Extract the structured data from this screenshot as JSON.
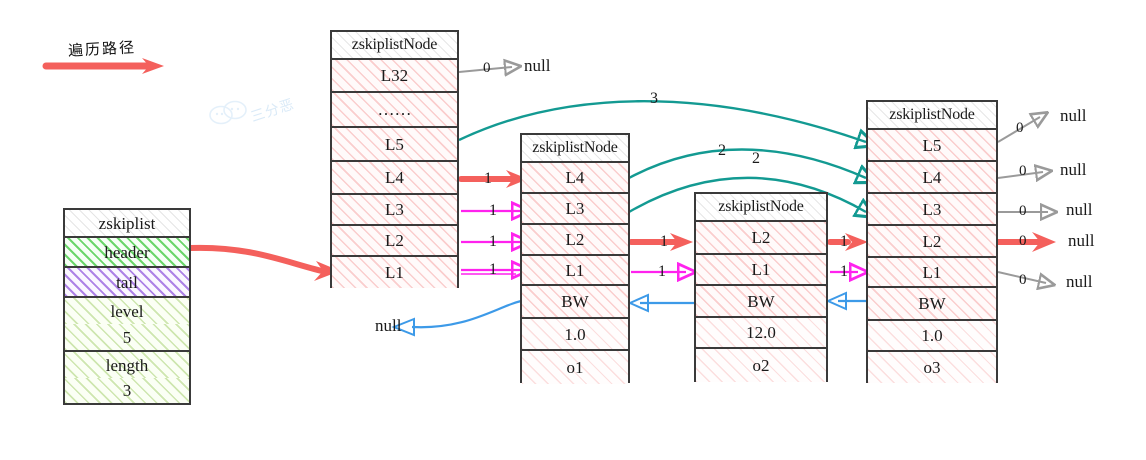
{
  "annotations": {
    "traversal_label": "遍历路径",
    "watermark_text": "三分恶",
    "watermark_icon": "chat-bubbles-icon"
  },
  "zskiplist": {
    "title": "zskiplist",
    "rows": [
      {
        "label": "header",
        "style": "green"
      },
      {
        "label": "tail",
        "style": "purple"
      },
      {
        "label": "level",
        "style": "lgreen"
      },
      {
        "label": "5",
        "style": "lgreen"
      },
      {
        "label": "length",
        "style": "lgreen"
      },
      {
        "label": "3",
        "style": "lgreen"
      }
    ]
  },
  "nodes": {
    "header": {
      "title": "zskiplistNode",
      "levels": [
        "L32",
        "……",
        "L5",
        "L4",
        "L3",
        "L2",
        "L1"
      ]
    },
    "o1": {
      "title": "zskiplistNode",
      "levels": [
        "L4",
        "L3",
        "L2",
        "L1"
      ],
      "backward": "BW",
      "score": "1.0",
      "obj": "o1"
    },
    "o2": {
      "title": "zskiplistNode",
      "levels": [
        "L2",
        "L1"
      ],
      "backward": "BW",
      "score": "12.0",
      "obj": "o2"
    },
    "o3": {
      "title": "zskiplistNode",
      "levels": [
        "L5",
        "L4",
        "L3",
        "L2",
        "L1"
      ],
      "backward": "BW",
      "score": "1.0",
      "obj": "o3"
    }
  },
  "null_labels": {
    "header_l32": "null",
    "o1_backward": "null",
    "o3_l5": "null",
    "o3_l4": "null",
    "o3_l3": "null",
    "o3_l2": "null",
    "o3_l1": "null"
  },
  "spans": {
    "header_l32_to_null": "0",
    "header_l5_to_o3": "3",
    "header_l4_to_o1": "1",
    "header_l3_to_o1": "1",
    "header_l2_to_o1": "1",
    "header_l1_to_o1": "1",
    "o1_l4_to_o3": "2",
    "o1_l3_to_o3": "2",
    "o1_l2_to_o2": "1",
    "o1_l1_to_o2": "1",
    "o2_l2_to_o3": "1",
    "o2_l1_to_o3": "1",
    "o3_l5_to_null": "0",
    "o3_l4_to_null": "0",
    "o3_l3_to_null": "0",
    "o3_l2_to_null": "0",
    "o3_l1_to_null": "0"
  },
  "colors": {
    "red": "#f4605c",
    "magenta": "#ff22ee",
    "teal": "#139a92",
    "blue": "#3d9ae8",
    "grey": "#9a9a9a",
    "green_hatch": "#3cc83c",
    "purple_hatch": "#8c50dc",
    "pink_hatch": "#f49696"
  }
}
